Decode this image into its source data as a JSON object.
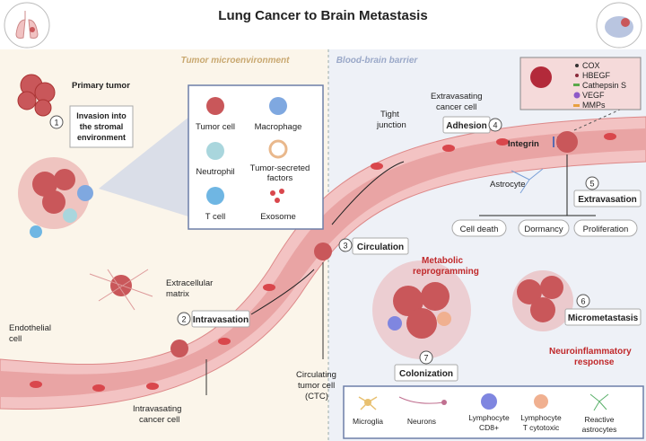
{
  "title": "Lung Cancer to Brain Metastasis",
  "sections": {
    "left": "Tumor microenvironment",
    "right": "Blood-brain barrier"
  },
  "labels": {
    "primary_tumor": "Primary tumor",
    "invasion": [
      "Invasion into",
      "the stromal",
      "environment"
    ],
    "extracellular_matrix": [
      "Extracellular",
      "matrix"
    ],
    "endothelial_cell": [
      "Endothelial",
      "cell"
    ],
    "intravasating": [
      "Intravasating",
      "cancer cell"
    ],
    "ctc": [
      "Circulating",
      "tumor cell",
      "(CTC)"
    ],
    "tight_junction": [
      "Tight",
      "junction"
    ],
    "extravasating": [
      "Extravasating",
      "cancer cell"
    ],
    "integrin": "Integrin",
    "astrocyte": "Astrocyte",
    "cell_death": "Cell death",
    "dormancy": "Dormancy",
    "proliferation": "Proliferation",
    "metabolic": [
      "Metabolic",
      "reprogramming"
    ],
    "neuroinflammatory": [
      "Neuroinflammatory",
      "response"
    ]
  },
  "steps": [
    {
      "num": "1",
      "label": ""
    },
    {
      "num": "2",
      "label": "Intravasation"
    },
    {
      "num": "3",
      "label": "Circulation"
    },
    {
      "num": "4",
      "label": "Adhesion"
    },
    {
      "num": "5",
      "label": "Extravasation"
    },
    {
      "num": "6",
      "label": "Micrometastasis"
    },
    {
      "num": "7",
      "label": "Colonization"
    }
  ],
  "legend_tme": [
    {
      "label": [
        "Tumor cell"
      ],
      "color": "#c9575a"
    },
    {
      "label": [
        "Macrophage"
      ],
      "color": "#7fa8e0"
    },
    {
      "label": [
        "Neutrophil"
      ],
      "color": "#a9d6dd"
    },
    {
      "label": [
        "Tumor-secreted",
        "factors"
      ],
      "color": "#e9b88c"
    },
    {
      "label": [
        "T cell"
      ],
      "color": "#6fb6e3"
    },
    {
      "label": [
        "Exosome"
      ],
      "color": "#d9474c"
    }
  ],
  "legend_factors": [
    {
      "label": "COX",
      "color": "#333333"
    },
    {
      "label": "HBEGF",
      "color": "#8a2a3a"
    },
    {
      "label": "Cathepsin S",
      "color": "#5aa84a"
    },
    {
      "label": "VEGF",
      "color": "#8e5ac8"
    },
    {
      "label": "MMPs",
      "color": "#e8a040"
    }
  ],
  "legend_brain": [
    {
      "label": [
        "Microglia"
      ],
      "color": "#e8c070"
    },
    {
      "label": [
        "Neurons"
      ],
      "color": "#c07090"
    },
    {
      "label": [
        "Lymphocyte",
        "CD8+"
      ],
      "color": "#7f86e0"
    },
    {
      "label": [
        "Lymphocyte",
        "T cytotoxic"
      ],
      "color": "#f0b090"
    },
    {
      "label": [
        "Reactive",
        "astrocytes"
      ],
      "color": "#5ab06a"
    }
  ],
  "colors": {
    "left_bg": "#fbf5ea",
    "right_bg": "#eef1f7",
    "vessel": "#f0b6b6",
    "tumor": "#c9575a",
    "accent_red": "#c0282a"
  }
}
